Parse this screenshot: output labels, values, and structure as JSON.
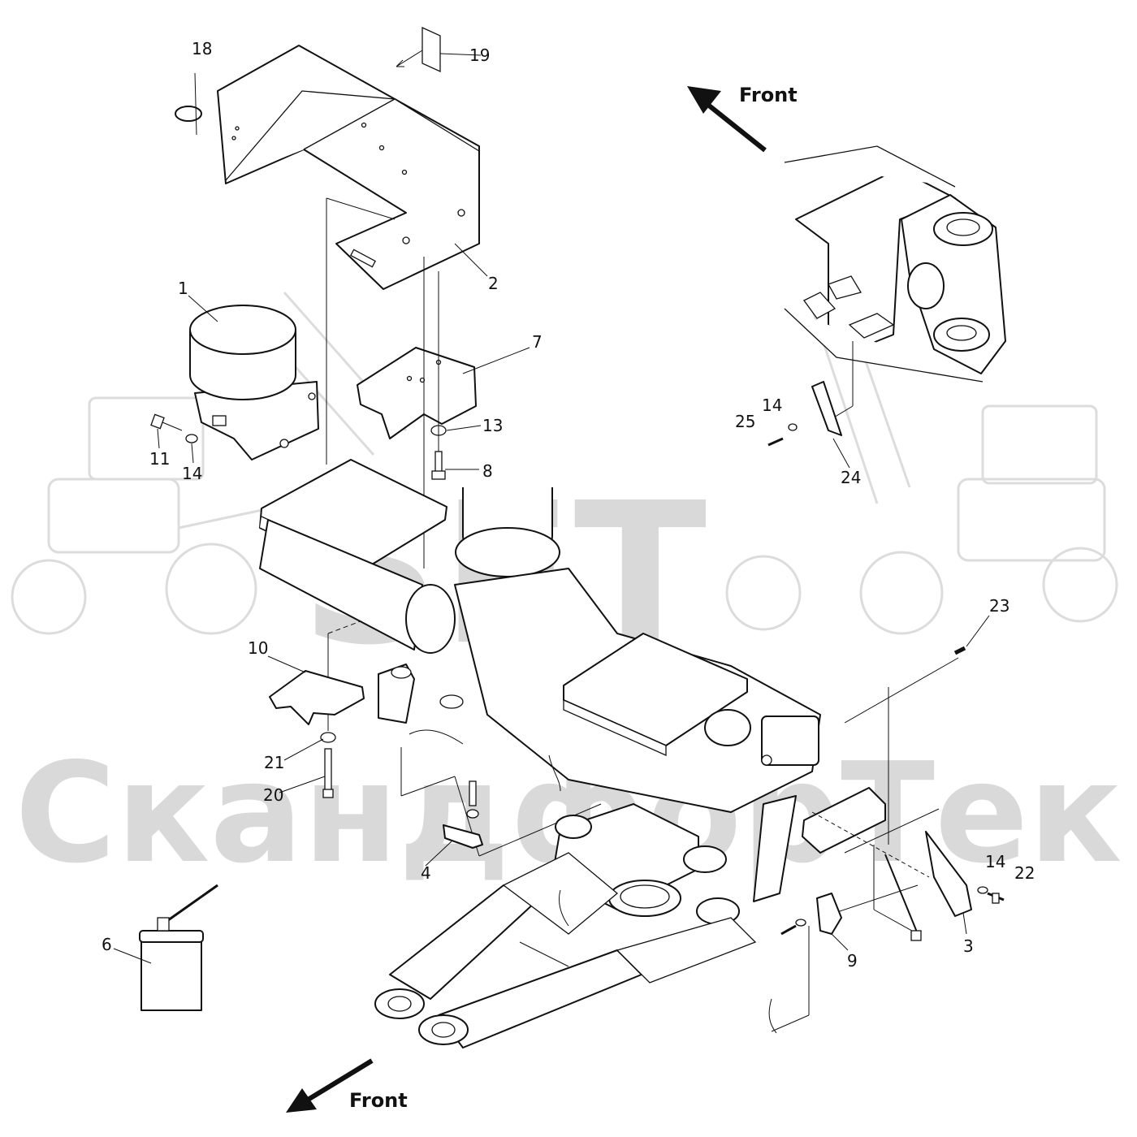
{
  "watermark": {
    "logo_text": "SFT",
    "company_text": "СкандфорТек"
  },
  "direction_labels": {
    "top": "Front",
    "bottom": "Front"
  },
  "callouts": {
    "p1": "1",
    "p2": "2",
    "p3": "3",
    "p4": "4",
    "p6": "6",
    "p7": "7",
    "p8": "8",
    "p9": "9",
    "p10": "10",
    "p11": "11",
    "p13": "13",
    "p14a": "14",
    "p14b": "14",
    "p14c": "14",
    "p18": "18",
    "p19": "19",
    "p20": "20",
    "p21": "21",
    "p22": "22",
    "p23": "23",
    "p24": "24",
    "p25": "25"
  }
}
